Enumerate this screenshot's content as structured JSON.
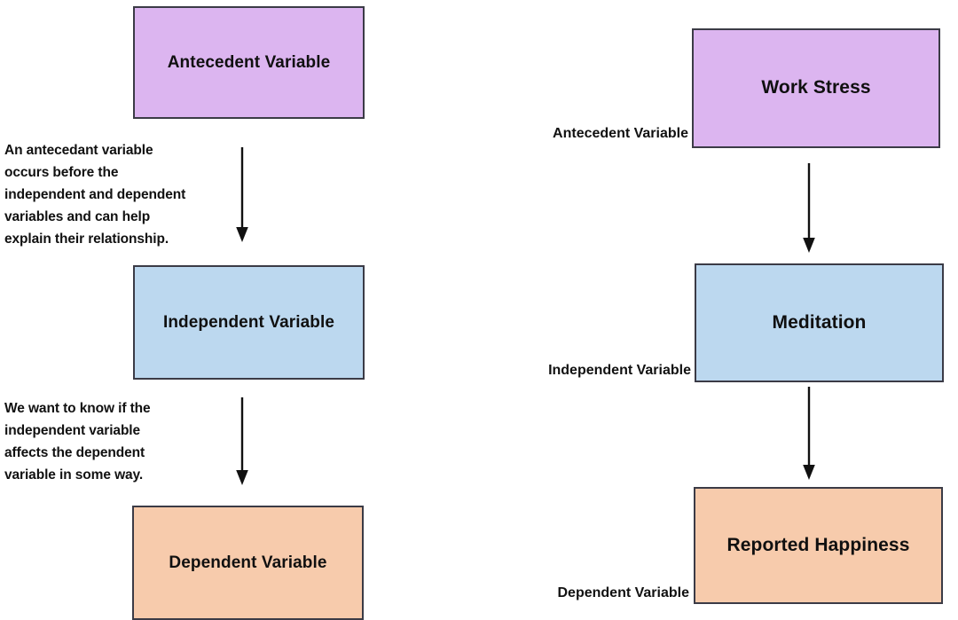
{
  "diagram": {
    "title_generic": "Antecedent / Independent / Dependent variable relationship",
    "colors": {
      "antecedent_fill": "#dcb5f0",
      "independent_fill": "#bcd8ef",
      "dependent_fill": "#f7cbac",
      "border": "#3b3b46",
      "arrow": "#111111",
      "background": "#ffffff"
    },
    "generic": {
      "nodes": [
        {
          "id": "antecedent",
          "label": "Antecedent Variable"
        },
        {
          "id": "independent",
          "label": "Independent Variable"
        },
        {
          "id": "dependent",
          "label": "Dependent Variable"
        }
      ],
      "annotations": [
        {
          "id": "antecedent-note",
          "text": "An antecedant variable\noccurs before the\nindependent and dependent\nvariables and can help\nexplain their relationship."
        },
        {
          "id": "independent-note",
          "text": "We want to know if the\nindependent variable\naffects the dependent\nvariable in some way."
        }
      ],
      "arrows": [
        {
          "id": "antecedent-to-independent",
          "from": "antecedent",
          "to": "independent",
          "direction": "down"
        },
        {
          "id": "independent-to-dependent",
          "from": "independent",
          "to": "dependent",
          "direction": "down"
        }
      ]
    },
    "example": {
      "nodes": [
        {
          "id": "work-stress",
          "label": "Work Stress",
          "role": "Antecedent Variable"
        },
        {
          "id": "meditation",
          "label": "Meditation",
          "role": "Independent Variable"
        },
        {
          "id": "reported-happiness",
          "label": "Reported Happiness",
          "role": "Dependent Variable"
        }
      ],
      "arrows": [
        {
          "id": "work-stress-to-meditation",
          "from": "work-stress",
          "to": "meditation",
          "direction": "down"
        },
        {
          "id": "meditation-to-reported-happiness",
          "from": "meditation",
          "to": "reported-happiness",
          "direction": "down"
        }
      ]
    }
  }
}
